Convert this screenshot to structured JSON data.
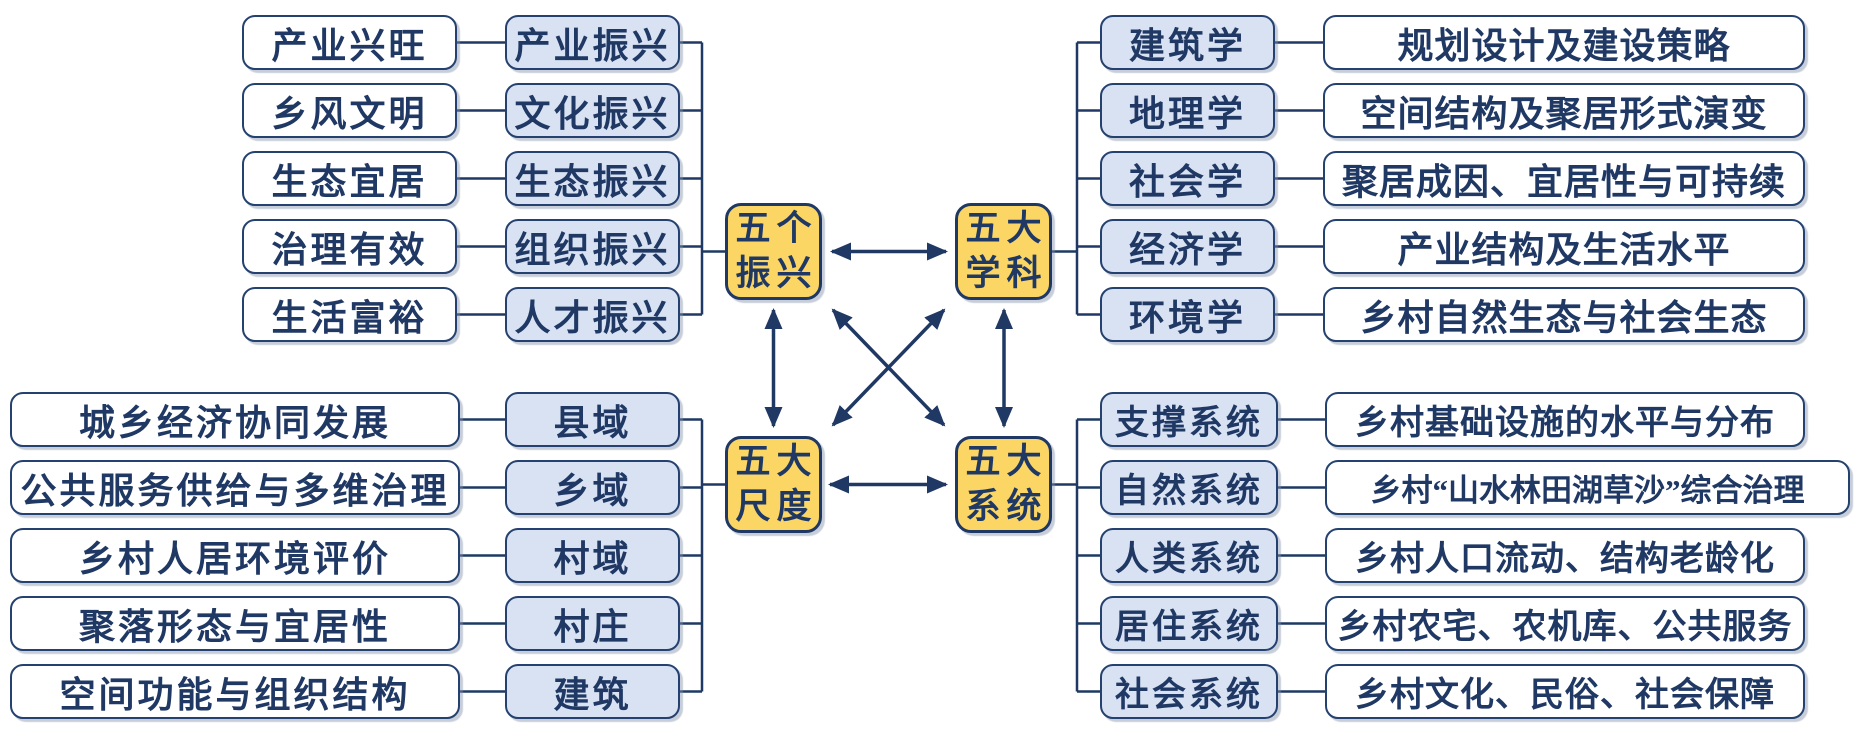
{
  "colors": {
    "navy": "#1f3864",
    "light_blue_fill": "#d9e2f3",
    "yellow_fill": "#fbd664",
    "white_fill": "#ffffff"
  },
  "hubs": {
    "revitalizations": {
      "line1": "五个",
      "line2": "振兴"
    },
    "disciplines": {
      "line1": "五大",
      "line2": "学科"
    },
    "scales": {
      "line1": "五大",
      "line2": "尺度"
    },
    "systems": {
      "line1": "五大",
      "line2": "系统"
    }
  },
  "groups": {
    "top_left": {
      "rows": [
        {
          "indicator": "产业兴旺",
          "category": "产业振兴"
        },
        {
          "indicator": "乡风文明",
          "category": "文化振兴"
        },
        {
          "indicator": "生态宜居",
          "category": "生态振兴"
        },
        {
          "indicator": "治理有效",
          "category": "组织振兴"
        },
        {
          "indicator": "生活富裕",
          "category": "人才振兴"
        }
      ]
    },
    "top_right": {
      "rows": [
        {
          "category": "建筑学",
          "description": "规划设计及建设策略"
        },
        {
          "category": "地理学",
          "description": "空间结构及聚居形式演变"
        },
        {
          "category": "社会学",
          "description": "聚居成因、宜居性与可持续"
        },
        {
          "category": "经济学",
          "description": "产业结构及生活水平"
        },
        {
          "category": "环境学",
          "description": "乡村自然生态与社会生态"
        }
      ]
    },
    "bottom_left": {
      "rows": [
        {
          "indicator": "城乡经济协同发展",
          "category": "县域"
        },
        {
          "indicator": "公共服务供给与多维治理",
          "category": "乡域"
        },
        {
          "indicator": "乡村人居环境评价",
          "category": "村域"
        },
        {
          "indicator": "聚落形态与宜居性",
          "category": "村庄"
        },
        {
          "indicator": "空间功能与组织结构",
          "category": "建筑"
        }
      ]
    },
    "bottom_right": {
      "rows": [
        {
          "category": "支撑系统",
          "description": "乡村基础设施的水平与分布"
        },
        {
          "category": "自然系统",
          "description": "乡村“山水林田湖草沙”综合治理"
        },
        {
          "category": "人类系统",
          "description": "乡村人口流动、结构老龄化"
        },
        {
          "category": "居住系统",
          "description": "乡村农宅、农机库、公共服务"
        },
        {
          "category": "社会系统",
          "description": "乡村文化、民俗、社会保障"
        }
      ]
    }
  }
}
